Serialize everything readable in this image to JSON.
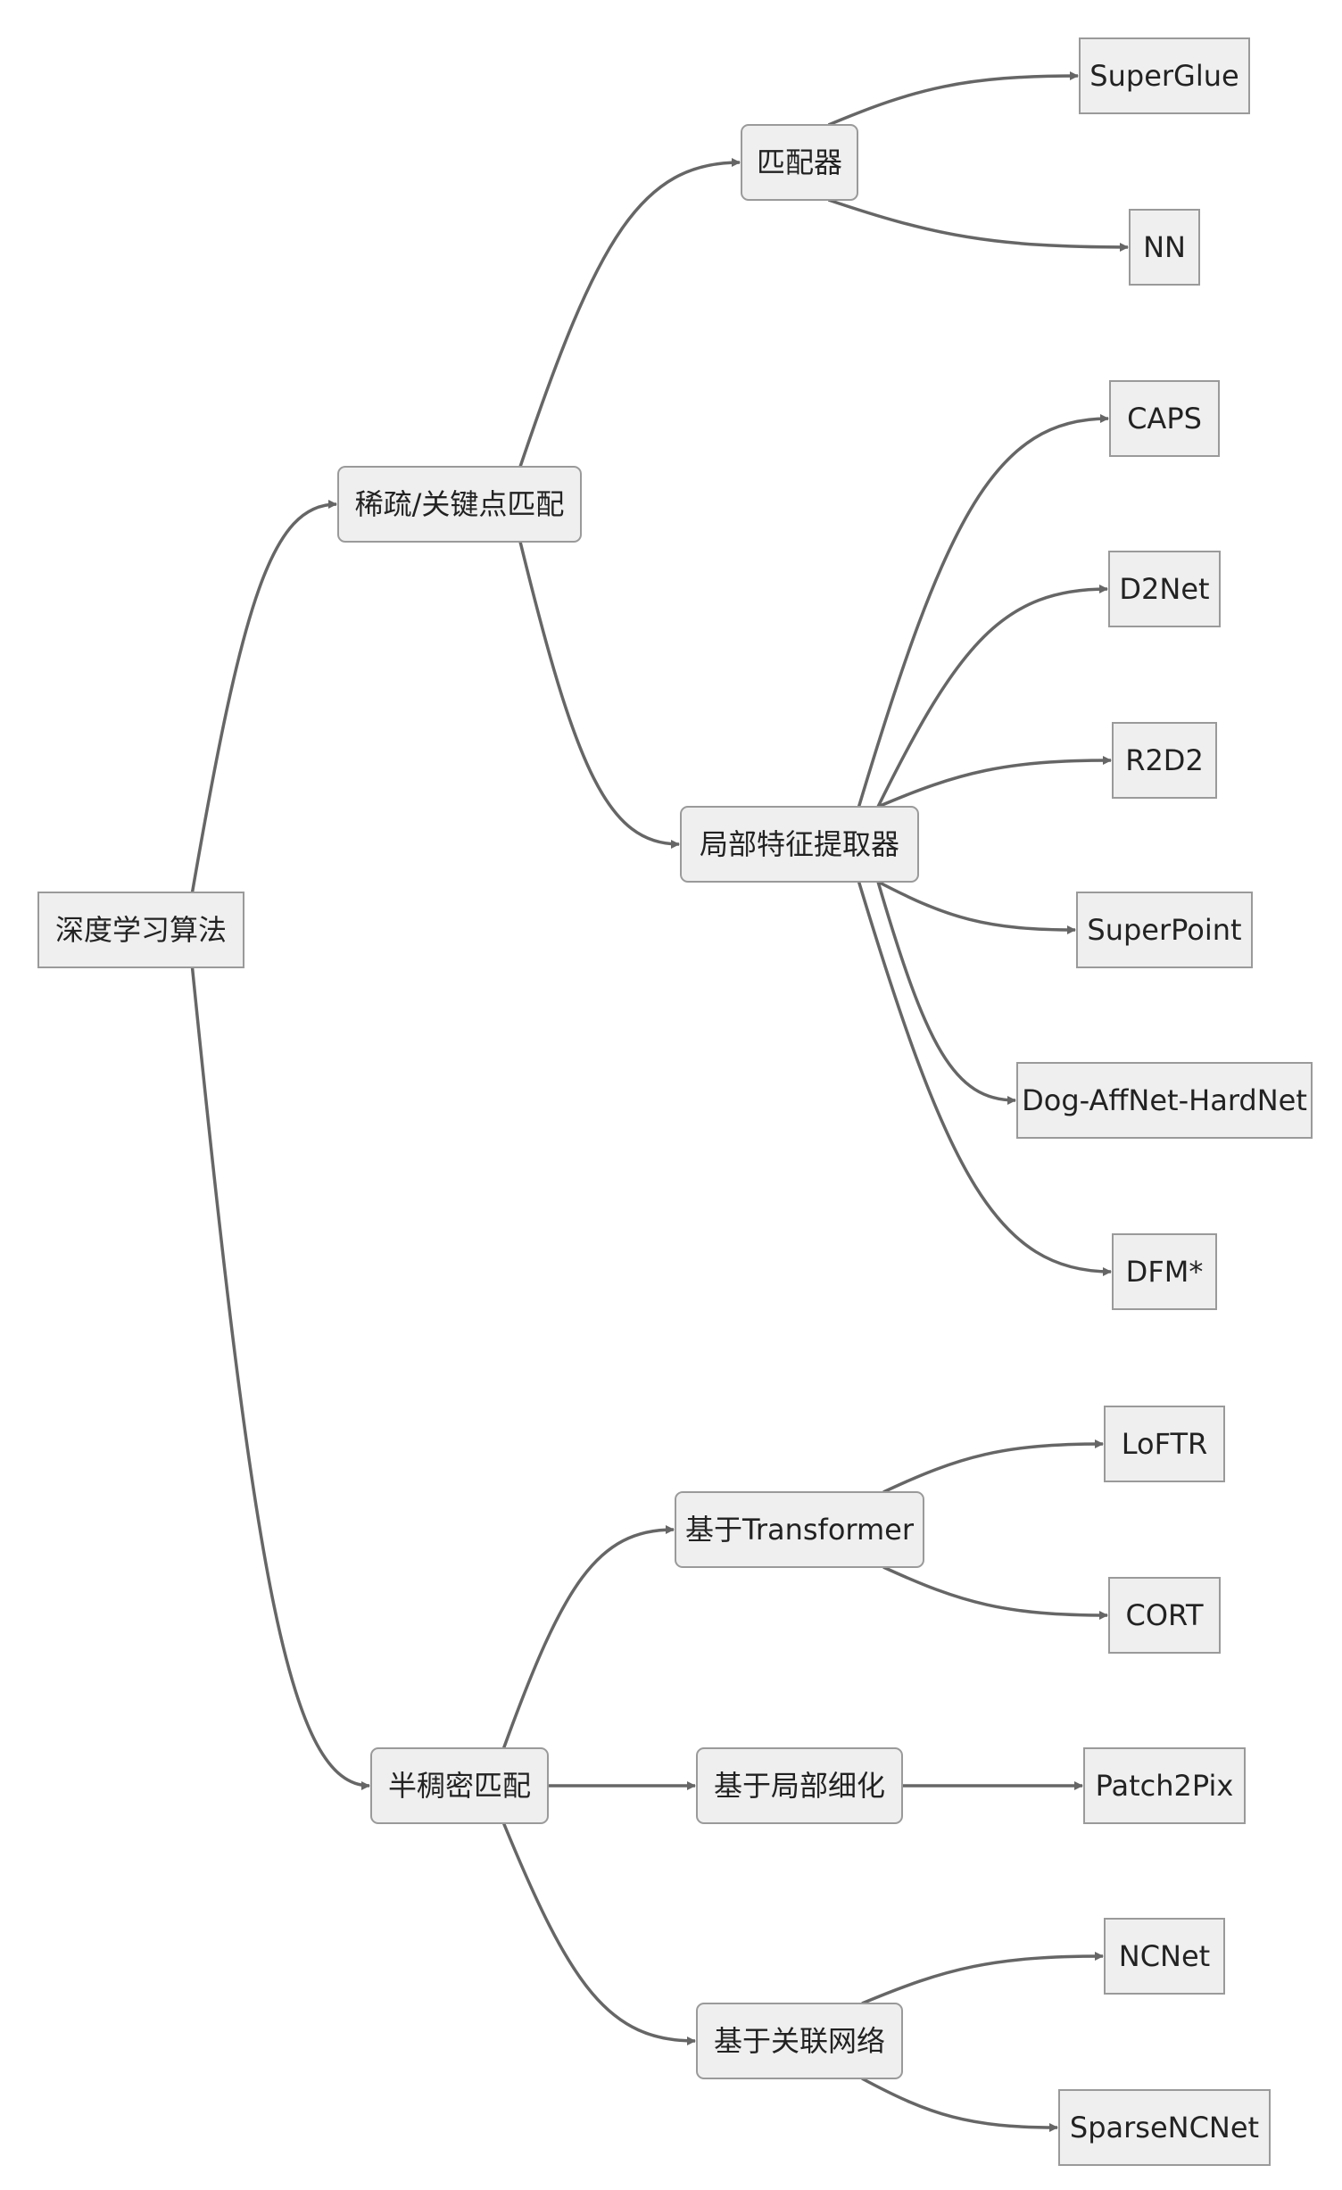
{
  "diagram": {
    "type": "tree",
    "root": "deep_learning",
    "nodes": [
      {
        "id": "deep_learning",
        "label": "深度学习算法",
        "shape": "square"
      },
      {
        "id": "sparse",
        "label": "稀疏/关键点匹配",
        "shape": "rounded"
      },
      {
        "id": "semi_dense",
        "label": "半稠密匹配",
        "shape": "rounded"
      },
      {
        "id": "matcher",
        "label": "匹配器",
        "shape": "rounded"
      },
      {
        "id": "local_feat",
        "label": "局部特征提取器",
        "shape": "rounded"
      },
      {
        "id": "superglue",
        "label": "SuperGlue",
        "shape": "square"
      },
      {
        "id": "nn",
        "label": "NN",
        "shape": "square"
      },
      {
        "id": "caps",
        "label": "CAPS",
        "shape": "square"
      },
      {
        "id": "d2net",
        "label": "D2Net",
        "shape": "square"
      },
      {
        "id": "r2d2",
        "label": "R2D2",
        "shape": "square"
      },
      {
        "id": "superpoint",
        "label": "SuperPoint",
        "shape": "square"
      },
      {
        "id": "dog_affnet",
        "label": "Dog-AffNet-HardNet",
        "shape": "square"
      },
      {
        "id": "dfm",
        "label": "DFM*",
        "shape": "square"
      },
      {
        "id": "transformer",
        "label": "基于Transformer",
        "shape": "rounded"
      },
      {
        "id": "local_refine",
        "label": "基于局部细化",
        "shape": "rounded"
      },
      {
        "id": "corr_net",
        "label": "基于关联网络",
        "shape": "rounded"
      },
      {
        "id": "loftr",
        "label": "LoFTR",
        "shape": "square"
      },
      {
        "id": "cort",
        "label": "CORT",
        "shape": "square"
      },
      {
        "id": "patch2pix",
        "label": "Patch2Pix",
        "shape": "square"
      },
      {
        "id": "ncnet",
        "label": "NCNet",
        "shape": "square"
      },
      {
        "id": "sparsencnet",
        "label": "SparseNCNet",
        "shape": "square"
      }
    ],
    "edges": [
      {
        "from": "deep_learning",
        "to": "sparse"
      },
      {
        "from": "deep_learning",
        "to": "semi_dense"
      },
      {
        "from": "sparse",
        "to": "matcher"
      },
      {
        "from": "sparse",
        "to": "local_feat"
      },
      {
        "from": "matcher",
        "to": "superglue"
      },
      {
        "from": "matcher",
        "to": "nn"
      },
      {
        "from": "local_feat",
        "to": "caps"
      },
      {
        "from": "local_feat",
        "to": "d2net"
      },
      {
        "from": "local_feat",
        "to": "r2d2"
      },
      {
        "from": "local_feat",
        "to": "superpoint"
      },
      {
        "from": "local_feat",
        "to": "dog_affnet"
      },
      {
        "from": "local_feat",
        "to": "dfm"
      },
      {
        "from": "semi_dense",
        "to": "transformer"
      },
      {
        "from": "semi_dense",
        "to": "local_refine"
      },
      {
        "from": "semi_dense",
        "to": "corr_net"
      },
      {
        "from": "transformer",
        "to": "loftr"
      },
      {
        "from": "transformer",
        "to": "cort"
      },
      {
        "from": "local_refine",
        "to": "patch2pix"
      },
      {
        "from": "corr_net",
        "to": "ncnet"
      },
      {
        "from": "corr_net",
        "to": "sparsencnet"
      }
    ]
  }
}
